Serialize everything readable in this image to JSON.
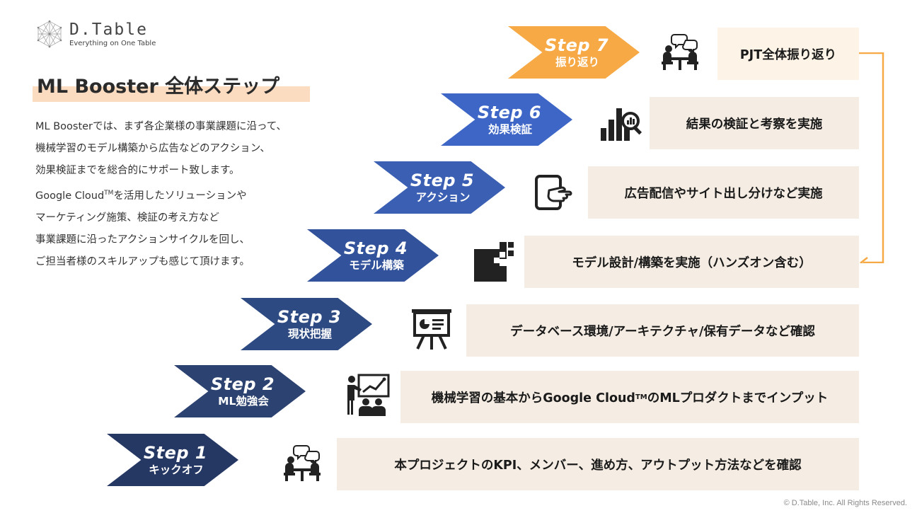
{
  "logo": {
    "name": "D.Table",
    "tagline": "Everything on One Table"
  },
  "title": "ML Booster 全体ステップ",
  "description": {
    "para1": [
      "ML Boosterでは、まず各企業様の事業課題に沿って、",
      "機械学習のモデル構築から広告などのアクション、",
      "効果検証までを総合的にサポート致します。"
    ],
    "para2_line1_pre": "Google Cloud",
    "para2_line1_tm": "TM",
    "para2_line1_post": "を活用したソリューションや",
    "para2_rest": [
      "マーケティング施策、検証の考え方など",
      "事業課題に沿ったアクションサイクルを回し、",
      "ご担当者様のスキルアップも感じて頂けます。"
    ]
  },
  "steps": [
    {
      "num": "Step 1",
      "label": "キックオフ",
      "color": "#253763",
      "icon": "meeting-icon",
      "task": "本プロジェクトのKPI、メンバー、進め方、アウトプット方法などを確認"
    },
    {
      "num": "Step 2",
      "label": "ML勉強会",
      "color": "#2c4270",
      "icon": "presentation-chart-icon",
      "task_pre": "機械学習の基本からGoogle Cloud",
      "task_tm": "TM",
      "task_post": "のMLプロダクトまでインプット"
    },
    {
      "num": "Step 3",
      "label": "現状把握",
      "color": "#2e4a82",
      "icon": "projector-board-icon",
      "task": "データベース環境/アーキテクチャ/保有データなど確認"
    },
    {
      "num": "Step 4",
      "label": "モデル構築",
      "color": "#32539b",
      "icon": "model-blocks-icon",
      "task": "モデル設計/構築を実施（ハンズオン含む）"
    },
    {
      "num": "Step 5",
      "label": "アクション",
      "color": "#3a5fb3",
      "icon": "tablet-touch-icon",
      "task": "広告配信やサイト出し分けなど実施"
    },
    {
      "num": "Step 6",
      "label": "効果検証",
      "color": "#3d66c6",
      "icon": "chart-search-icon",
      "task": "結果の検証と考察を実施"
    },
    {
      "num": "Step 7",
      "label": "振り返り",
      "color": "#f6a944",
      "icon": "meeting-icon",
      "task": "PJT全体振り返り"
    }
  ],
  "accent": "#f6a944",
  "footer": "© D.Table, Inc. All Rights Reserved."
}
